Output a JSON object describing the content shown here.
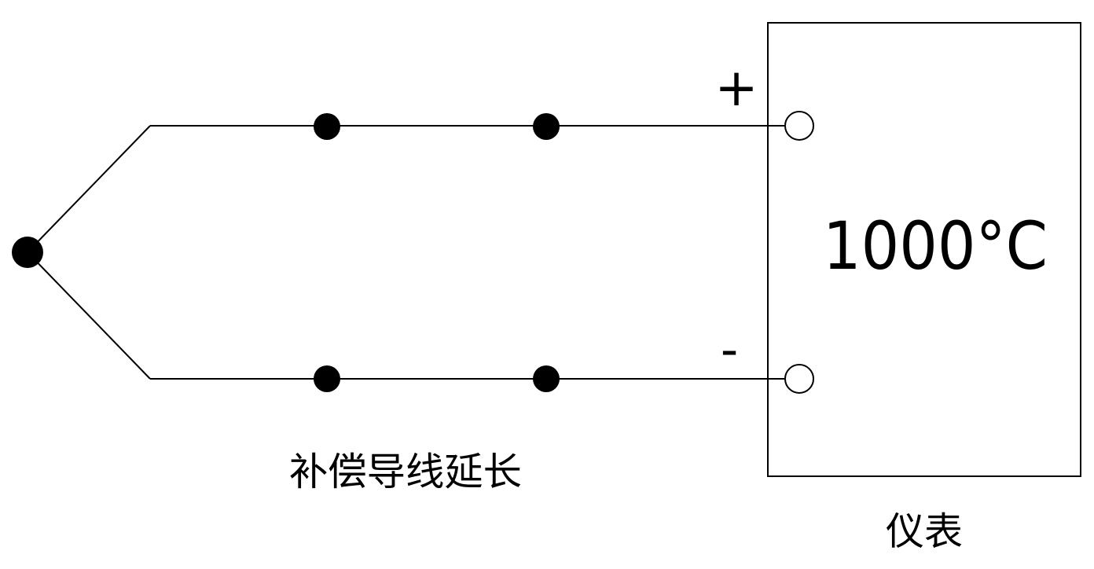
{
  "labels": {
    "positive_terminal": "+",
    "negative_terminal": "-",
    "instrument_reading": "1000°C",
    "extension_caption": "补偿导线延长",
    "instrument_caption": "仪表"
  },
  "colors": {
    "line": "#000000",
    "background": "#ffffff"
  }
}
